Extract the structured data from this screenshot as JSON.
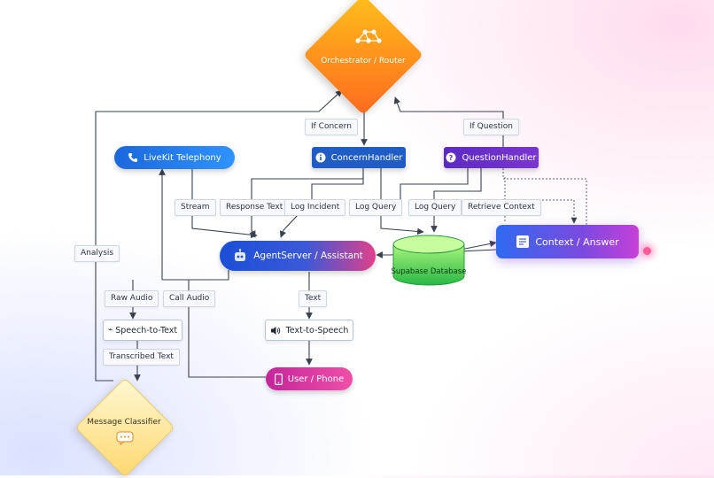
{
  "nodes": {
    "orchestrator": "Orchestrator / Router",
    "livekit": "LiveKit Telephony",
    "concern_handler": "ConcernHandler",
    "question_handler": "QuestionHandler",
    "agent_server": "AgentServer / Assistant",
    "database": "Supabase Database",
    "context_answer": "Context / Answer",
    "speech_to_text": "Speech-to-Text",
    "text_to_speech": "Text-to-Speech",
    "user_phone": "User / Phone",
    "message_classifier": "Message Classifier"
  },
  "edge_labels": {
    "if_concern": "If Concern",
    "if_question": "If Question",
    "stream": "Stream",
    "response_text": "Response Text",
    "log_incident": "Log Incident",
    "log_query_1": "Log Query",
    "log_query_2": "Log Query",
    "retrieve_context": "Retrieve Context",
    "analysis": "Analysis",
    "raw_audio": "Raw Audio",
    "call_audio": "Call Audio",
    "text": "Text",
    "transcribed_text": "Transcribed Text"
  },
  "icons": {
    "orchestrator": "network-graph-icon",
    "livekit": "phone-icon",
    "concern_handler": "info-icon",
    "question_handler": "question-icon",
    "agent_server": "robot-icon",
    "context_answer": "document-icon",
    "speech_to_text": "audio-wave-icon",
    "text_to_speech": "speaker-icon",
    "user_phone": "smartphone-icon",
    "message_classifier": "chat-bubble-icon"
  },
  "colors": {
    "orchestrator": [
      "#ffb000",
      "#ff6a1e"
    ],
    "livekit": [
      "#1c6fe0",
      "#2f93ff"
    ],
    "concern_handler": "#1f5cc4",
    "question_handler": "#6a2dc7",
    "agent_server": [
      "#1a4fd6",
      "#e0408a"
    ],
    "database": [
      "#8cf06a",
      "#2fbf4a"
    ],
    "context_answer": [
      "#3a6af0",
      "#c640d8"
    ],
    "user_phone": [
      "#c4269a",
      "#f04fa8"
    ],
    "message_classifier": [
      "#fff6c8",
      "#ffd86a"
    ],
    "wire": "#3a4150"
  }
}
